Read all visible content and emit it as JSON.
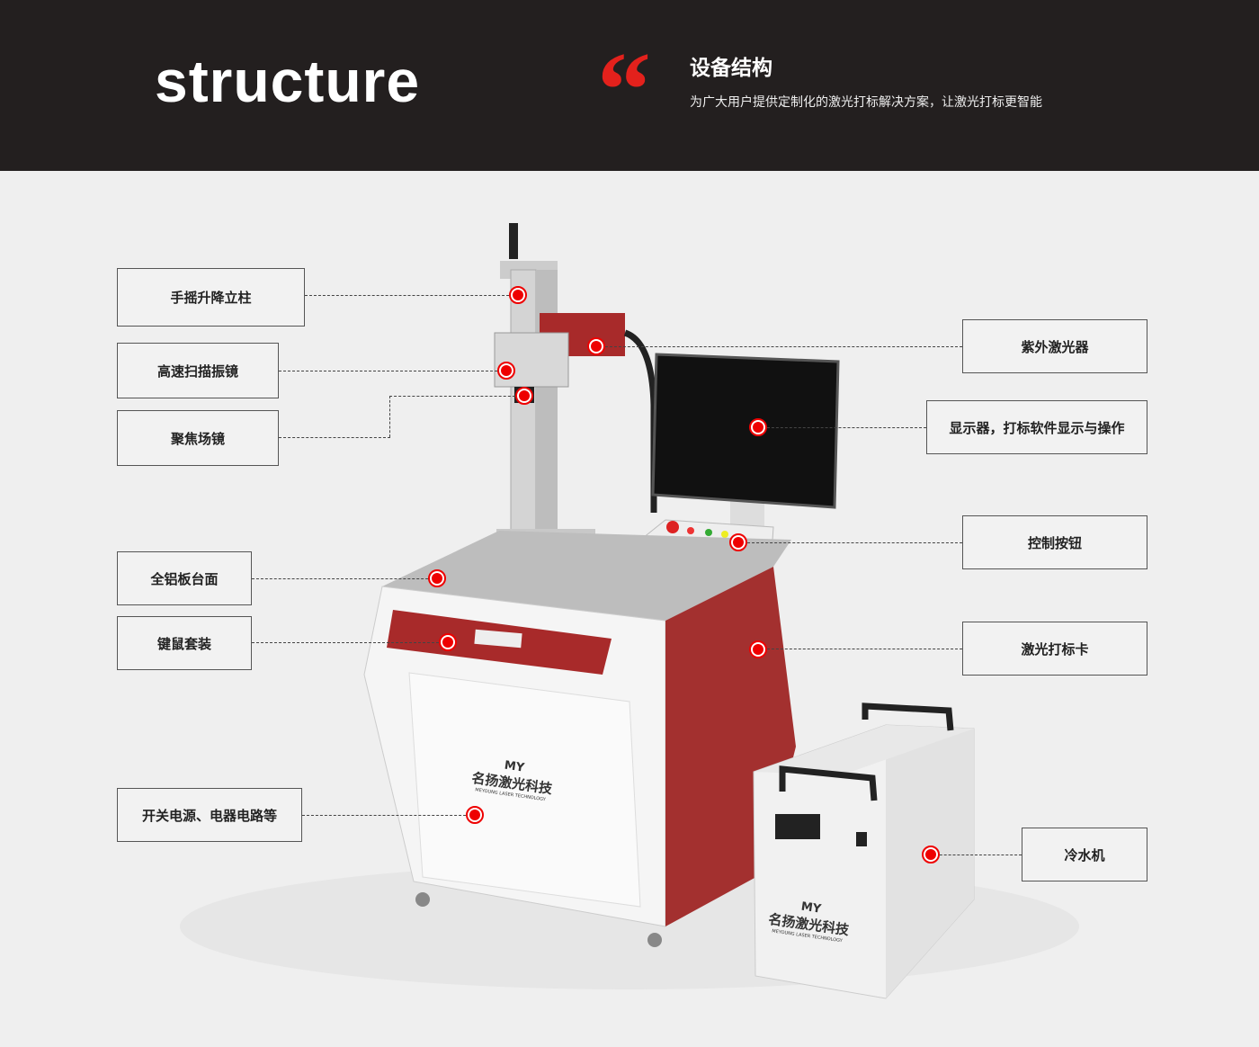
{
  "header": {
    "title_en": "structure",
    "quote_mark": "“",
    "title_cn": "设备结构",
    "subtitle": "为广大用户提供定制化的激光打标解决方案，让激光打标更智能"
  },
  "labels": {
    "lift_column": "手摇升降立柱",
    "galvo": "高速扫描振镜",
    "field_lens": "聚焦场镜",
    "table": "全铝板台面",
    "keyboard_mouse": "键鼠套装",
    "power": "开关电源、电器电路等",
    "uv_laser": "紫外激光器",
    "monitor": "显示器，打标软件显示与操作",
    "control_buttons": "控制按钮",
    "marking_card": "激光打标卡",
    "chiller": "冷水机"
  },
  "logo": {
    "mark": "MY",
    "name_cn": "名扬激光科技",
    "name_en": "MEYOUNG LASER TECHNOLOGY"
  },
  "colors": {
    "accent": "#e3211c",
    "machine_red": "#a82a2a",
    "header_bg": "#231f1f"
  }
}
